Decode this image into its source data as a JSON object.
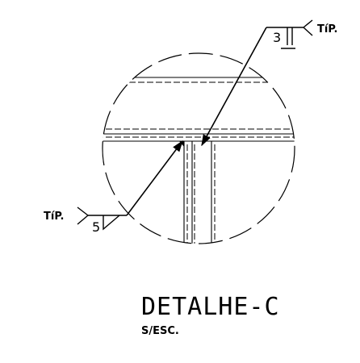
{
  "drawing": {
    "title": "DETALHE-C",
    "scale_note": "S/ESC.",
    "weld_top": {
      "tail_label": "TíP.",
      "size": "3"
    },
    "weld_left": {
      "tail_label": "TíP.",
      "size": "5"
    }
  },
  "colors": {
    "line": "#000000",
    "background": "#ffffff"
  }
}
